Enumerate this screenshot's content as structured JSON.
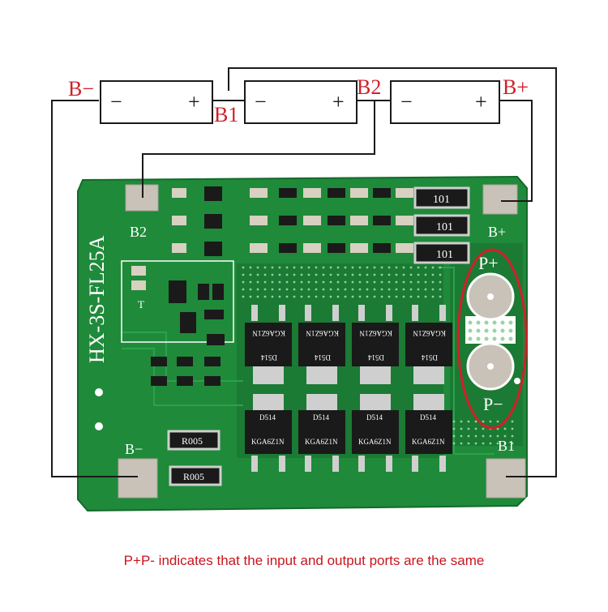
{
  "colors": {
    "accent_red": "#d0202a",
    "wire": "#1a1a1a",
    "board_green": "#1f8a3a",
    "silk_white": "#ffffff",
    "pad_tin": "#c9c2b8"
  },
  "batteries": [
    {
      "minus": "−",
      "plus": "+"
    },
    {
      "minus": "−",
      "plus": "+"
    },
    {
      "minus": "−",
      "plus": "+"
    }
  ],
  "terminal_labels": {
    "b_minus": "B−",
    "b1": "B1",
    "b2": "B2",
    "b_plus": "B+"
  },
  "board": {
    "model": "HX-3S-FL25A",
    "pad_b2": "B2",
    "pad_b_plus": "B+",
    "pad_b_minus": "B−",
    "pad_b1": "B1",
    "p_plus": "P+",
    "p_minus": "P−",
    "resistor_101": "101",
    "resistor_r005": "R005",
    "mosfet_top_code": "KGA6Z1N",
    "mosfet_sub_code": "D514",
    "mark_t": "T"
  },
  "caption": "P+P- indicates that the input and output ports are the same"
}
